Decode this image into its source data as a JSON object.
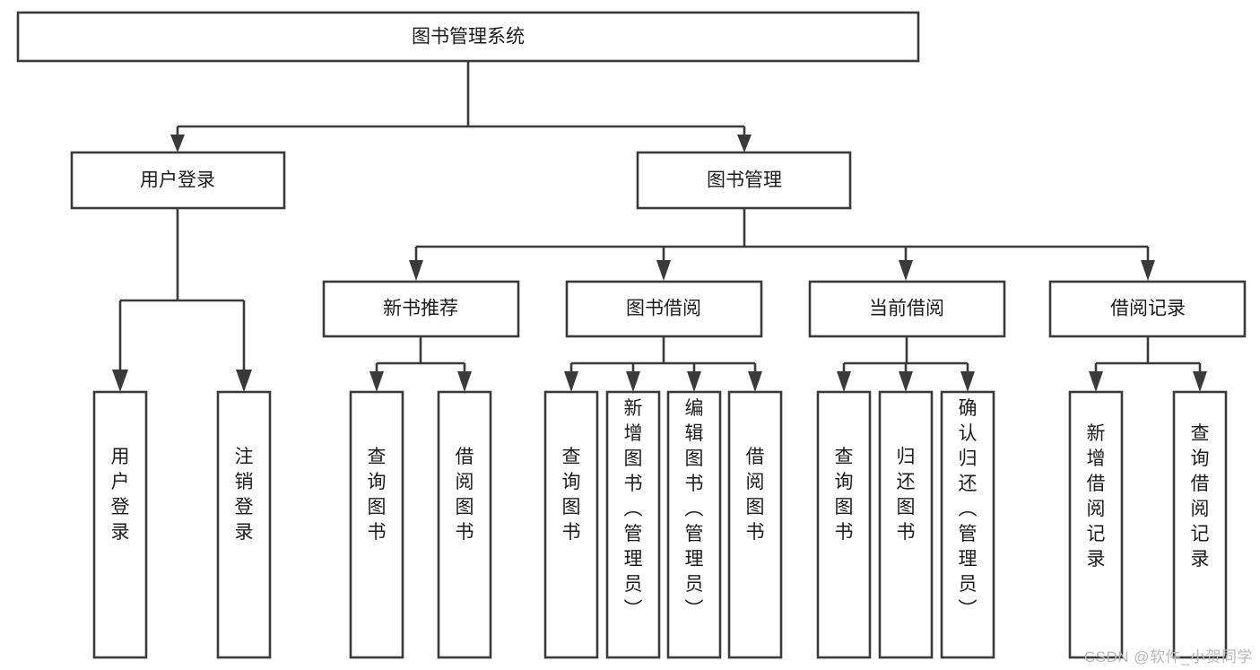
{
  "diagram": {
    "title": "图书管理系统",
    "type": "tree",
    "orientation": "top-down",
    "colors": {
      "box_stroke": "#3a3a3a",
      "box_fill": "#ffffff",
      "text": "#1c1c1c",
      "connector": "#3a3a3a",
      "watermark": "#b9b9b9"
    },
    "root": {
      "label": "图书管理系统"
    },
    "level2": [
      {
        "label": "用户登录"
      },
      {
        "label": "图书管理"
      }
    ],
    "level3": [
      {
        "label": "新书推荐"
      },
      {
        "label": "图书借阅"
      },
      {
        "label": "当前借阅"
      },
      {
        "label": "借阅记录"
      }
    ],
    "leaves": {
      "用户登录": [
        {
          "label": "用户登录"
        },
        {
          "label": "注销登录"
        }
      ],
      "新书推荐": [
        {
          "label": "查询图书"
        },
        {
          "label": "借阅图书"
        }
      ],
      "图书借阅": [
        {
          "label": "查询图书"
        },
        {
          "label": "新增图书（管理员）"
        },
        {
          "label": "编辑图书（管理员）"
        },
        {
          "label": "借阅图书"
        }
      ],
      "当前借阅": [
        {
          "label": "查询图书"
        },
        {
          "label": "归还图书"
        },
        {
          "label": "确认归还（管理员）"
        }
      ],
      "借阅记录": [
        {
          "label": "新增借阅记录"
        },
        {
          "label": "查询借阅记录"
        }
      ]
    }
  },
  "watermark": {
    "text": "CSDN @软件_小贺同学"
  }
}
